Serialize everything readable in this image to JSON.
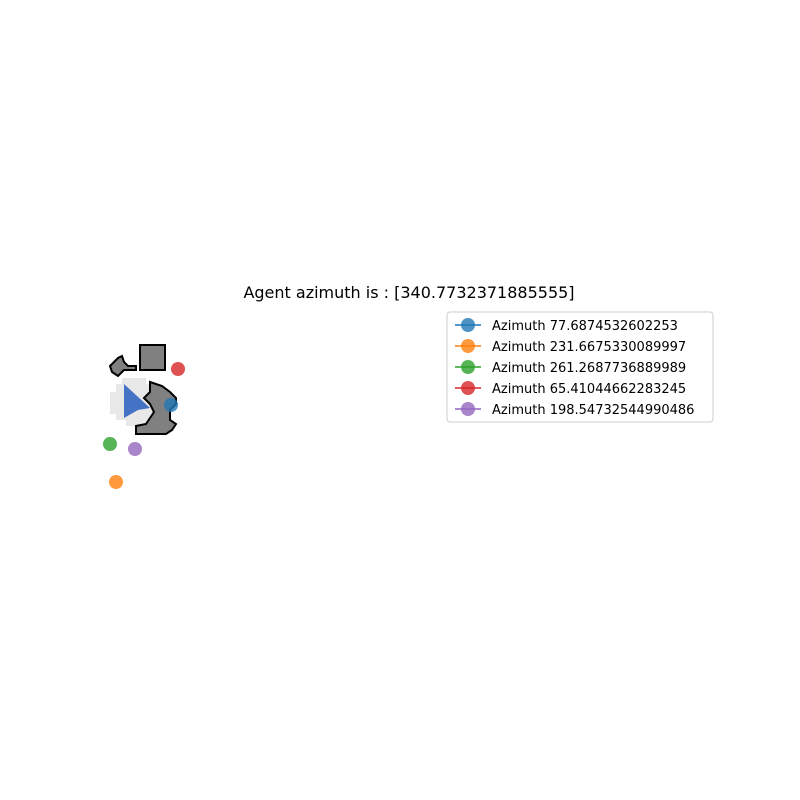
{
  "chart_data": {
    "type": "scatter",
    "title": "Agent azimuth is : [340.7732371885555]",
    "xlabel": "",
    "ylabel": "",
    "grid": false,
    "axes_visible": false,
    "legend_placement": "upper-right, outside map",
    "agent_azimuth": 340.7732371885555,
    "series": [
      {
        "name": "Azimuth 77.6874532602253",
        "color": "#1f77b4",
        "azimuth": 77.6874532602253
      },
      {
        "name": "Azimuth 231.6675330089997",
        "color": "#ff7f0e",
        "azimuth": 231.6675330089997
      },
      {
        "name": "Azimuth 261.2687736889989",
        "color": "#2ca02c",
        "azimuth": 261.2687736889989
      },
      {
        "name": "Azimuth 65.41044662283245",
        "color": "#d62728",
        "azimuth": 65.41044662283245
      },
      {
        "name": "Azimuth 198.54732544990486",
        "color": "#9467bd",
        "azimuth": 198.54732544990486
      }
    ]
  }
}
